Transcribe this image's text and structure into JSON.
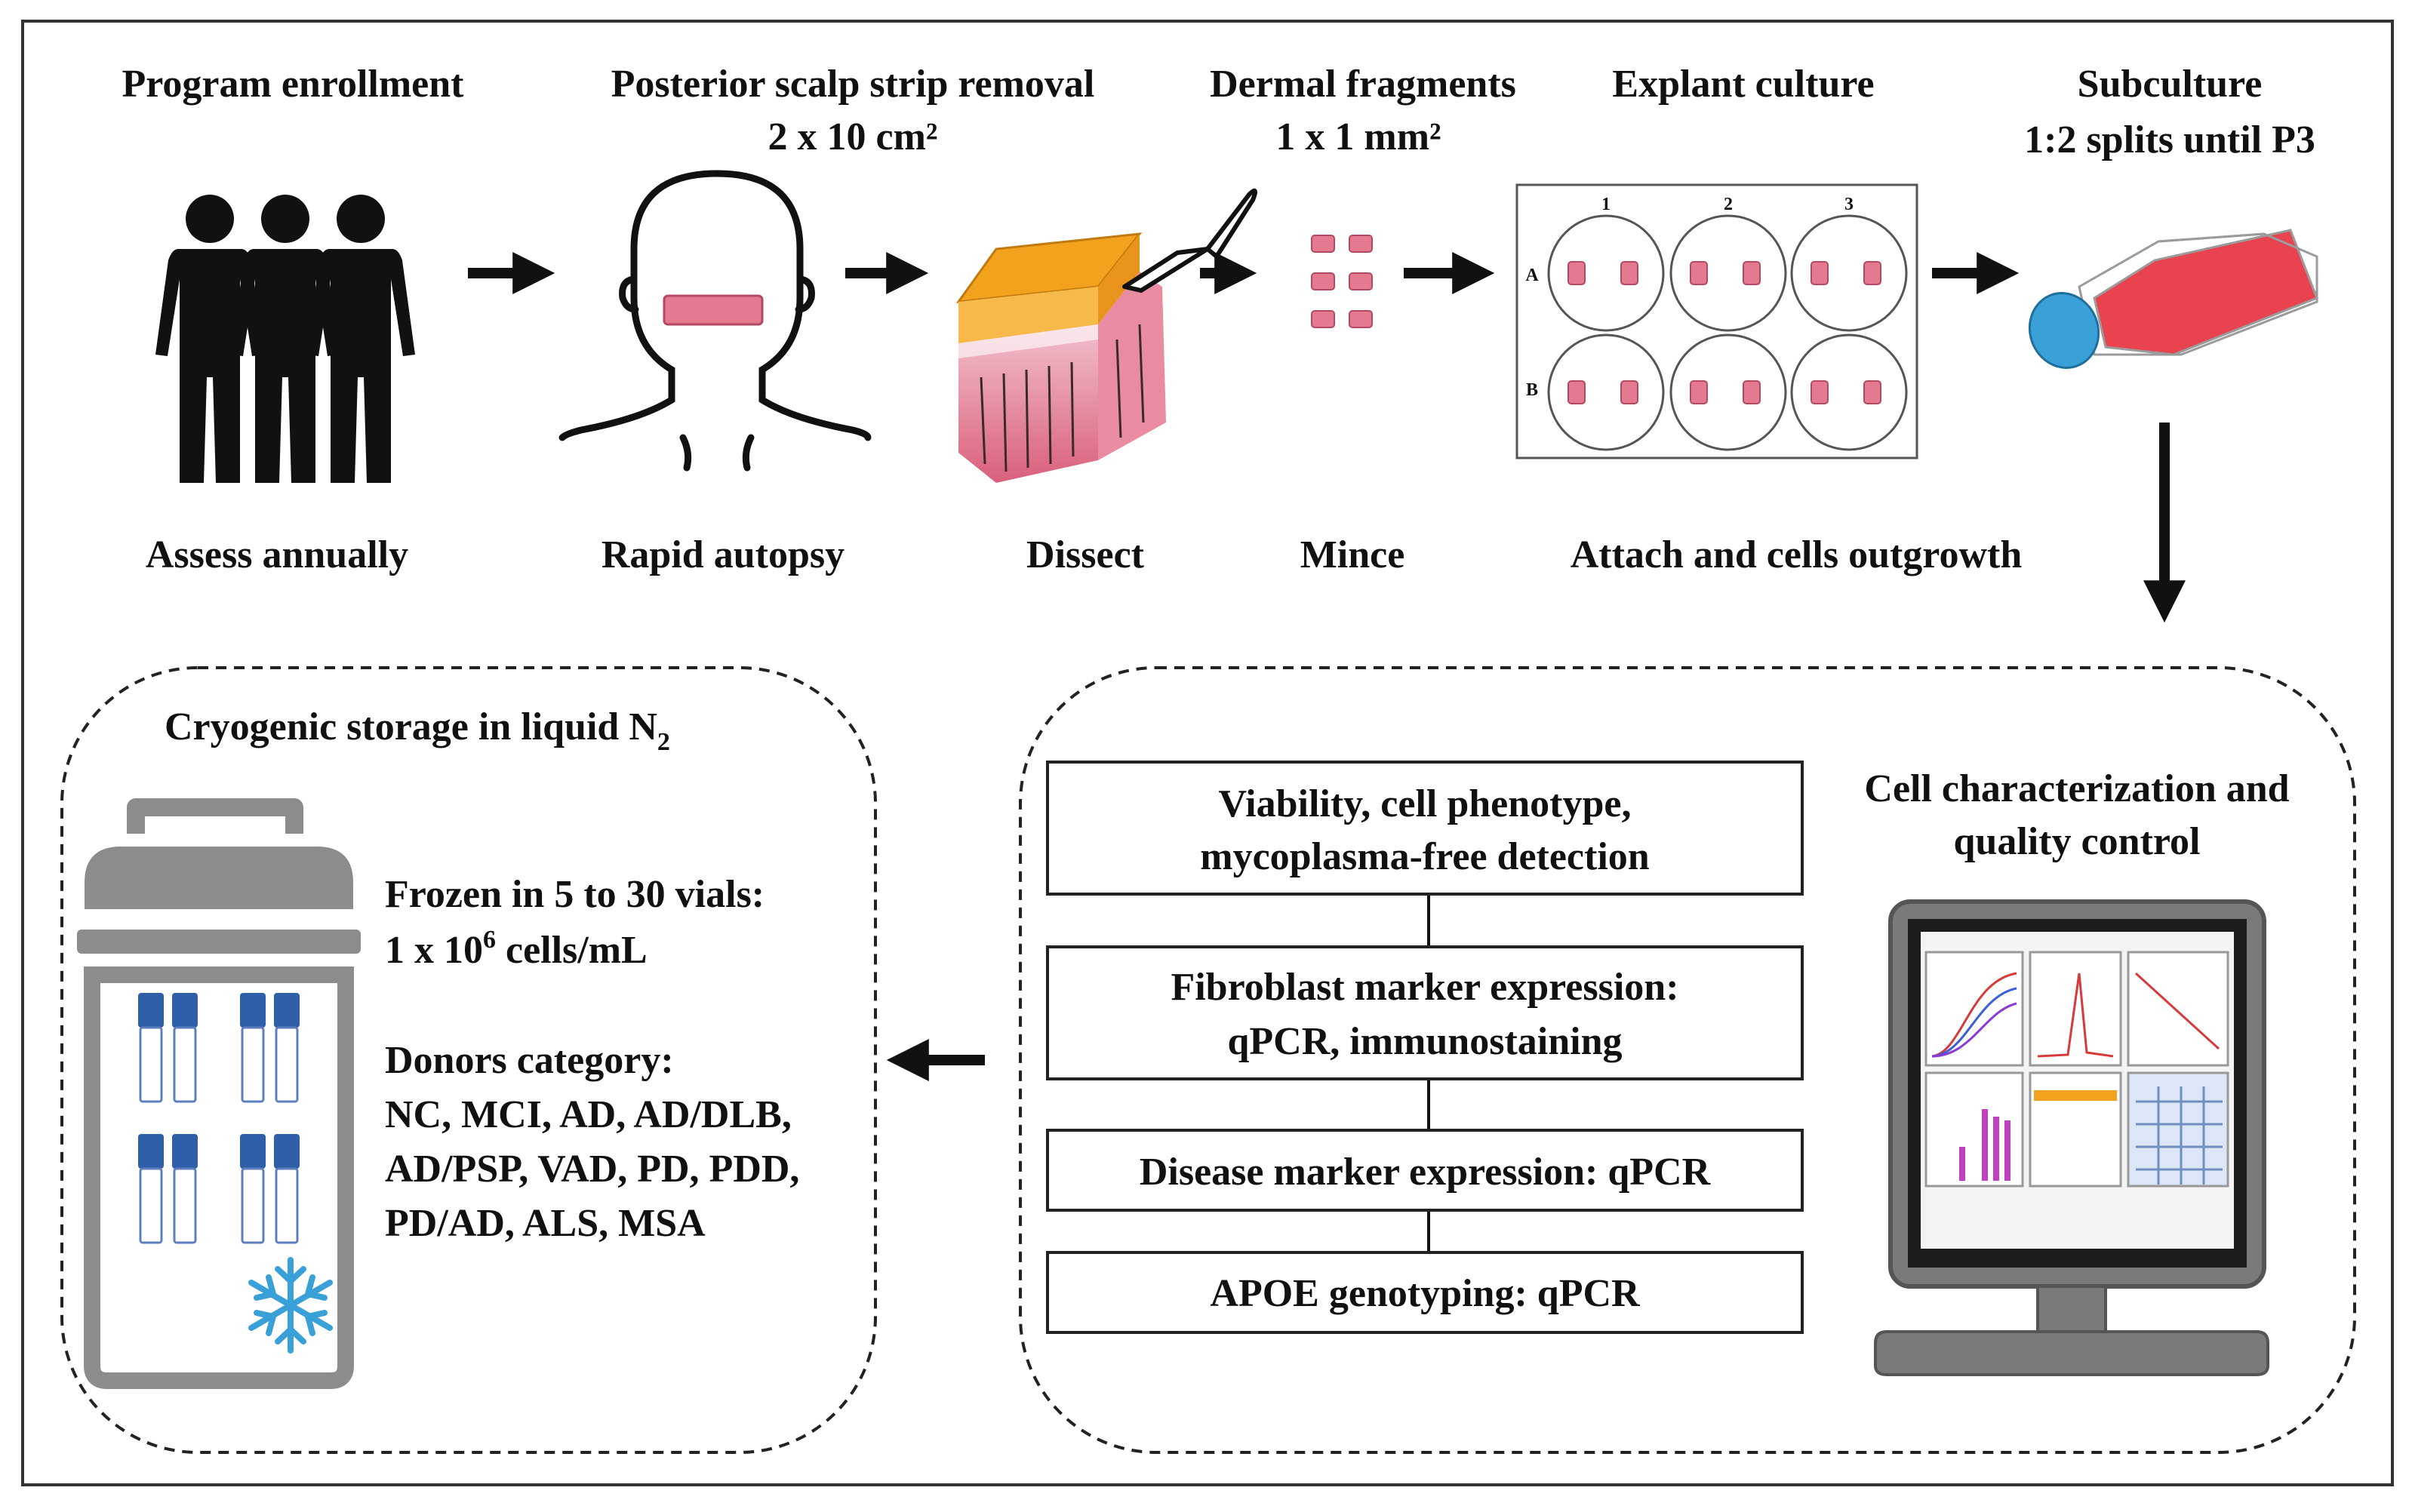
{
  "steps": [
    {
      "title": "Program enrollment",
      "subtitle": "",
      "caption": "Assess annually"
    },
    {
      "title": "Posterior scalp strip removal",
      "subtitle": "2 x 10 cm²",
      "caption": "Rapid autopsy"
    },
    {
      "title": "",
      "subtitle": "",
      "caption": "Dissect"
    },
    {
      "title": "Dermal fragments",
      "subtitle": "1 x 1 mm²",
      "caption": "Mince"
    },
    {
      "title": "Explant culture",
      "subtitle": "",
      "caption": "Attach and cells outgrowth"
    },
    {
      "title": "Subculture",
      "subtitle": "1:2 splits until P3",
      "caption": ""
    }
  ],
  "plate": {
    "cols": [
      "1",
      "2",
      "3"
    ],
    "rows": [
      "A",
      "B"
    ]
  },
  "qc": {
    "title_line1": "Cell characterization and",
    "title_line2": "quality control",
    "boxes": [
      {
        "line1": "Viability, cell phenotype,",
        "line2": "mycoplasma-free detection"
      },
      {
        "line1": "Fibroblast marker expression:",
        "line2": "qPCR, immunostaining"
      },
      {
        "line1": "Disease marker expression: qPCR",
        "line2": ""
      },
      {
        "line1": "APOE genotyping: qPCR",
        "line2": ""
      }
    ]
  },
  "storage": {
    "title": "Cryogenic storage in liquid N",
    "title_sub": "2",
    "frozen_line1": "Frozen in 5 to 30 vials:",
    "frozen_line2_a": "1 x 10",
    "frozen_line2_sup": "6",
    "frozen_line2_b": " cells/mL",
    "donors_title": "Donors category:",
    "donors_lines": [
      "NC, MCI, AD, AD/DLB,",
      "AD/PSP, VAD, PD, PDD,",
      "PD/AD, ALS, MSA"
    ]
  },
  "colors": {
    "ink": "#111111",
    "pink_fragment": "#e4798f",
    "flask_red": "#e8434e",
    "flask_cap": "#3aa0d8",
    "vial_cap": "#2f5fa8",
    "dewar": "#8c8c8c",
    "fat": "#f2a21c"
  }
}
